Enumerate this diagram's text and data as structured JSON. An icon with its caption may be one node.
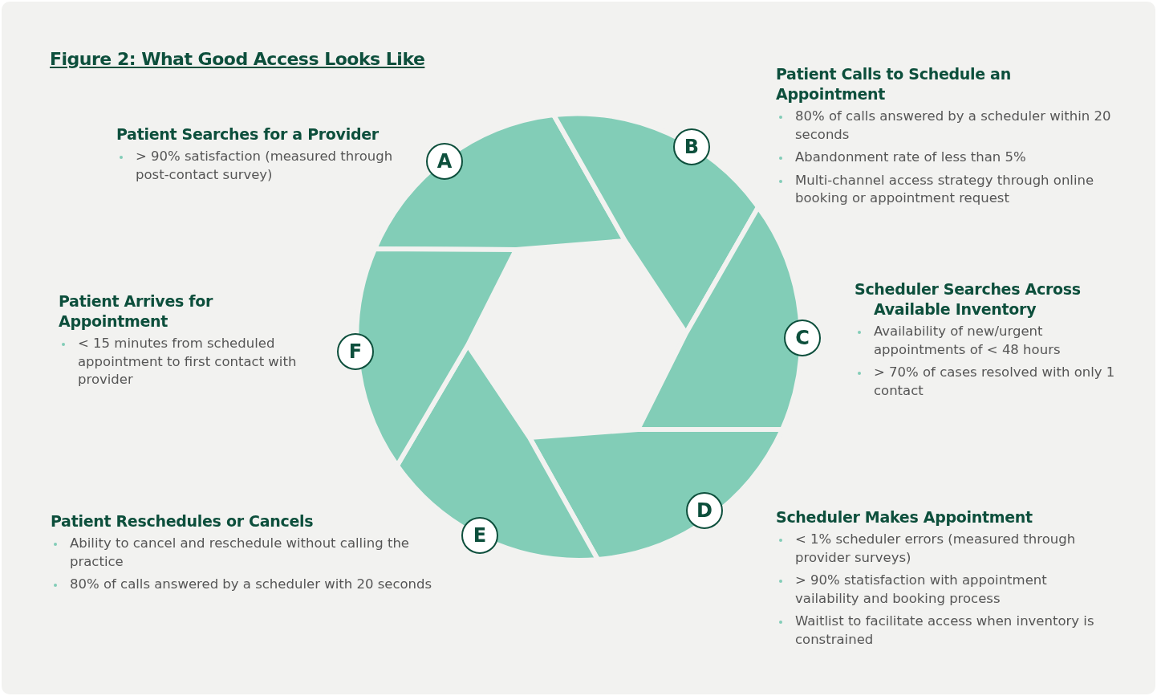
{
  "diagram": {
    "title": "Figure 2: What Good Access Looks Like",
    "nodes": [
      {
        "text": [
          "A"
        ],
        "beside": [
          "Patient Searches for a Provider",
          "> 90% satisfaction (measured through post-contact survey)"
        ]
      },
      {
        "text": [
          "B"
        ],
        "beside": [
          "Patient Calls to Schedule an Appointment",
          "80% of calls answered by a scheduler within 20 seconds",
          "Abandonment rate of less than 5%",
          "Multi-channel access strategy through online booking or appointment request"
        ]
      },
      {
        "text": [
          "C"
        ],
        "beside": [
          "Scheduler Searches Across Available Inventory",
          "Availability of new/urgent appointments of < 48 hours",
          "> 70% of cases resolved with only 1 contact"
        ]
      },
      {
        "text": [
          "D"
        ],
        "beside": [
          "Scheduler Makes Appointment",
          "< 1% scheduler errors (measured through provider surveys)",
          "> 90% statisfaction with appointment vailability and booking process",
          "Waitlist to facilitate access when inventory is constrained"
        ]
      },
      {
        "text": [
          "E"
        ],
        "beside": [
          "Patient Reschedules or Cancels",
          "Ability to cancel and reschedule without calling the practice",
          "80% of calls answered by a scheduler with 20 seconds"
        ]
      },
      {
        "text": [
          "F"
        ],
        "beside": [
          "Patient Arrives for Appointment",
          "< 15 minutes from scheduled appointment to first contact with provider"
        ]
      }
    ]
  }
}
